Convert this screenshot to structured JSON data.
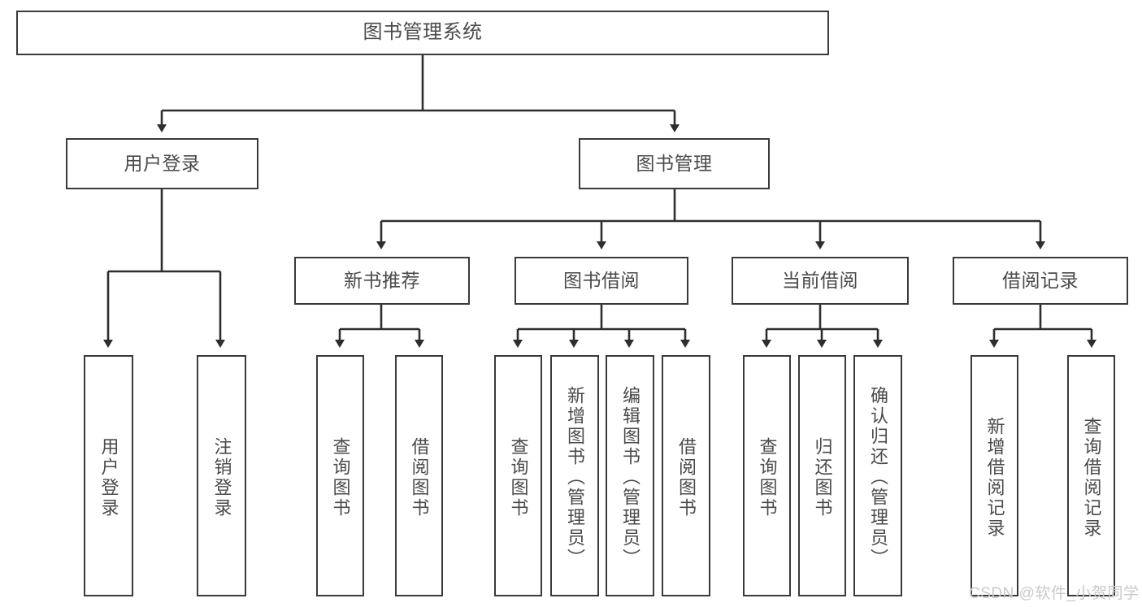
{
  "diagram": {
    "type": "tree-hierarchy-chart",
    "title": "图书管理系统",
    "line_color": "#3a3a3a",
    "text_color": "#4a4a4a",
    "background": "#ffffff",
    "root": {
      "label": "图书管理系统",
      "orientation": "horizontal"
    },
    "level2": [
      {
        "label": "用户登录",
        "orientation": "horizontal"
      },
      {
        "label": "图书管理",
        "orientation": "horizontal"
      }
    ],
    "level3": [
      {
        "label": "新书推荐",
        "orientation": "horizontal"
      },
      {
        "label": "图书借阅",
        "orientation": "horizontal"
      },
      {
        "label": "当前借阅",
        "orientation": "horizontal"
      },
      {
        "label": "借阅记录",
        "orientation": "horizontal"
      }
    ],
    "leaves": {
      "user_login": [
        {
          "label": "用户登录",
          "orientation": "vertical"
        },
        {
          "label": "注销登录",
          "orientation": "vertical"
        }
      ],
      "new_book_recommend": [
        {
          "label": "查询图书",
          "orientation": "vertical"
        },
        {
          "label": "借阅图书",
          "orientation": "vertical"
        }
      ],
      "book_borrow": [
        {
          "label": "查询图书",
          "orientation": "vertical"
        },
        {
          "label": "新增图书（管理员）",
          "orientation": "vertical"
        },
        {
          "label": "编辑图书（管理员）",
          "orientation": "vertical"
        },
        {
          "label": "借阅图书",
          "orientation": "vertical"
        }
      ],
      "current_borrow": [
        {
          "label": "查询图书",
          "orientation": "vertical"
        },
        {
          "label": "归还图书",
          "orientation": "vertical"
        },
        {
          "label": "确认归还（管理员）",
          "orientation": "vertical"
        }
      ],
      "borrow_record": [
        {
          "label": "新增借阅记录",
          "orientation": "vertical"
        },
        {
          "label": "查询借阅记录",
          "orientation": "vertical"
        }
      ]
    }
  },
  "watermark": {
    "text": "CSDN @软件_小贺同学"
  }
}
